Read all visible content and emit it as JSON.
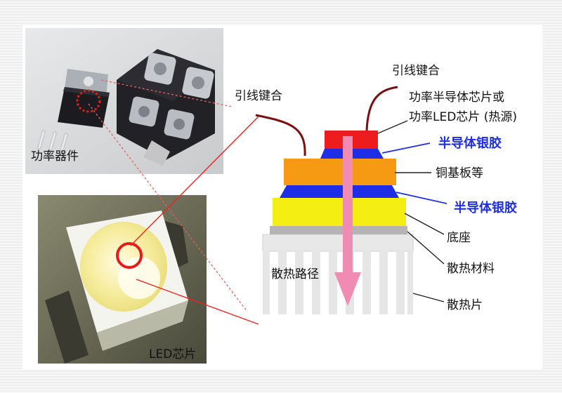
{
  "photos": {
    "power_device_label": "功率器件",
    "led_chip_label": "LED芯片"
  },
  "callouts": {
    "wire_bond_left": "引线键合",
    "wire_bond_right": "引线键合",
    "chip_line1": "功率半导体芯片或",
    "chip_line2": "功率LED芯片 (热源)",
    "silver_paste_top": "半导体银胶",
    "copper_substrate": "铜基板等",
    "silver_paste_bottom": "半导体银胶",
    "base": "底座",
    "thermal_material": "散热材料",
    "heat_sink": "散热片",
    "heat_path": "散热路径"
  },
  "colors": {
    "chip": "#ee1c1c",
    "silver_paste": "#1e2ee6",
    "copper": "#f59a12",
    "base": "#f5ee12",
    "thermal_layer": "#b4b4b4",
    "heat_sink": "#e8e8e8",
    "arrow": "#f08cb4",
    "blue_text": "#1e2ee6",
    "leader_red": "#ee2222",
    "wire_dark_red": "#7a1010"
  }
}
